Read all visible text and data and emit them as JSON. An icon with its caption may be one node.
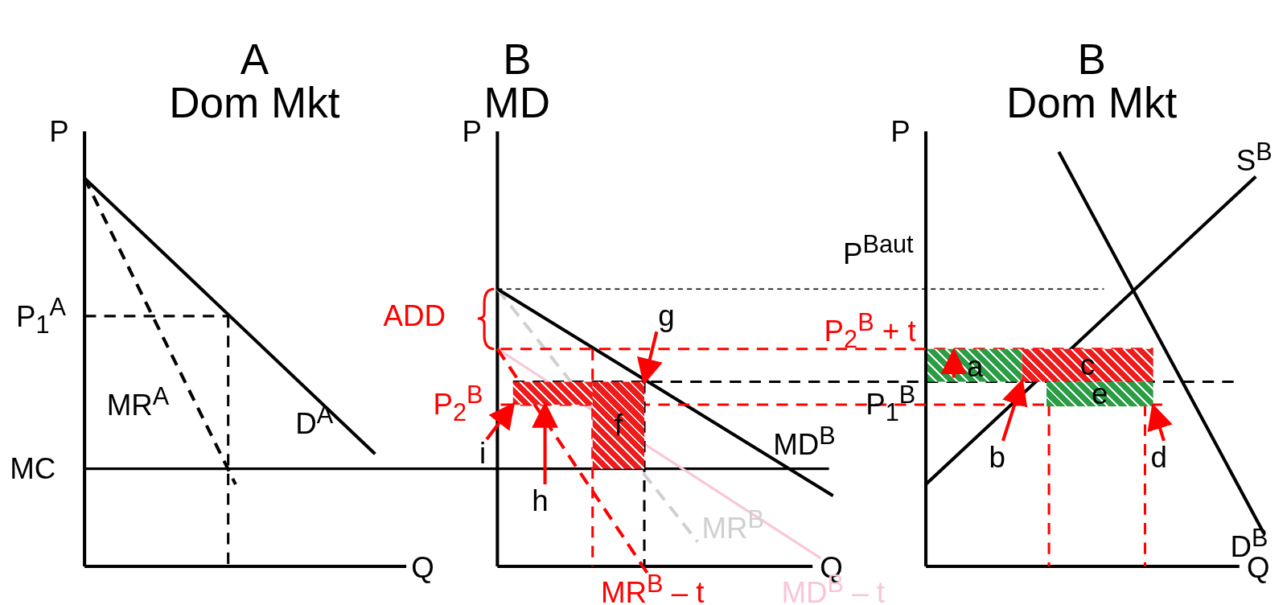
{
  "diagram": {
    "nodes": [
      {
        "text": [
          "g"
        ]
      },
      {
        "text": [
          "a"
        ],
        "in": 8
      },
      {
        "text": [
          "i"
        ]
      },
      {
        "text": [
          "b"
        ]
      },
      {
        "text": [
          "d"
        ]
      },
      {
        "text": [
          "h"
        ]
      },
      {
        "text": [],
        "shape": "box"
      },
      {
        "text": [
          "f"
        ]
      },
      {
        "text": [],
        "shape": "box"
      },
      {
        "text": [
          "c"
        ]
      },
      {
        "text": [
          "e"
        ]
      }
    ],
    "edges": [
      {
        "from": 0,
        "to": 7,
        "arrow": "to"
      },
      {
        "from": 1,
        "to": 8,
        "arrow": "to"
      },
      {
        "from": 2,
        "to": 6,
        "arrow": "to"
      },
      {
        "from": 3,
        "to": 9,
        "arrow": "to"
      },
      {
        "from": 4,
        "to": 10,
        "arrow": "to"
      },
      {
        "from": 5,
        "to": 6,
        "arrow": "to"
      }
    ],
    "labels": [
      "A",
      "B",
      "B",
      "Dom Mkt",
      "MD",
      "Dom Mkt",
      "P",
      "P",
      "P",
      "S$^{B}$",
      "P$^{Baut}$",
      "P$_{1}$$^{A}$",
      "ADD",
      "P$_{2}$$^{B}$ + t",
      "MR$^{A}$",
      "P$_{2}$$^{B}$",
      "P$_{1}$$^{B}$",
      "D$^{A}$",
      "MD$^{B}$",
      "MC",
      "MR$^{B}$",
      "D$^{B}$",
      "Q",
      "Q",
      "Q",
      "MR$^{B}$ – t",
      "MD$^{B}$ – t"
    ]
  }
}
